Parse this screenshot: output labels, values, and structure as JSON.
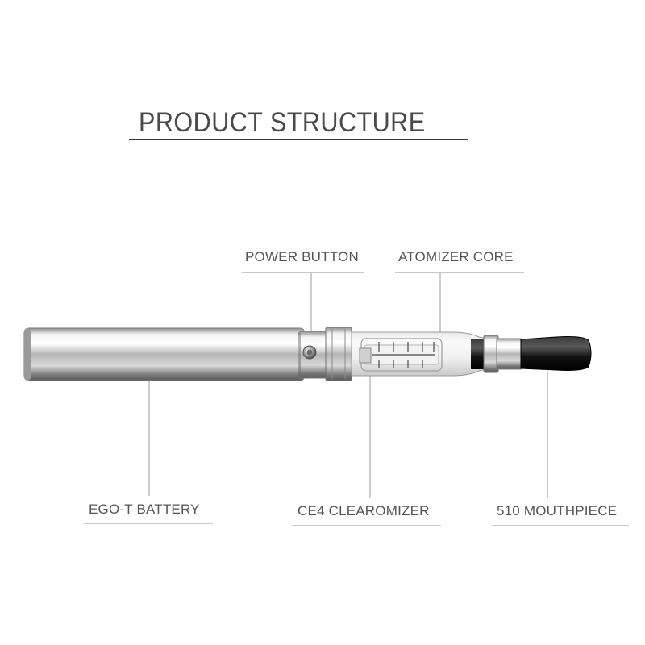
{
  "title": "PRODUCT STRUCTURE",
  "labels": {
    "power_button": "POWER BUTTON",
    "atomizer_core": "ATOMIZER CORE",
    "battery": "EGO-T BATTERY",
    "clearomizer": "CE4 CLEAROMIZER",
    "mouthpiece": "510 MOUTHPIECE"
  },
  "colors": {
    "text": "#555555",
    "leader": "#bdbdbd",
    "steel": "#c8c8c8",
    "mouthpiece": "#1a1a1a"
  }
}
